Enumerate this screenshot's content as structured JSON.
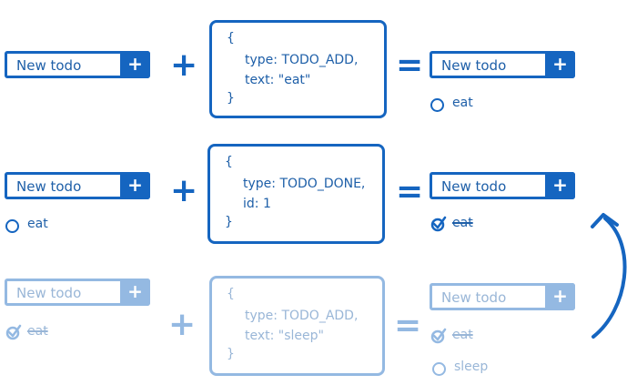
{
  "input_placeholder": "New todo",
  "add_symbol": "+",
  "plus_symbol": "+",
  "equals_symbol": "=",
  "rows": [
    {
      "before_items": [],
      "action": {
        "open": "{",
        "line1": "type: TODO_ADD,",
        "line2": "text: \"eat\"",
        "close": "}"
      },
      "after_items": [
        {
          "label": "eat",
          "done": false
        }
      ]
    },
    {
      "before_items": [
        {
          "label": "eat",
          "done": false
        }
      ],
      "action": {
        "open": "{",
        "line1": "type: TODO_DONE,",
        "line2": "id: 1",
        "close": "}"
      },
      "after_items": [
        {
          "label": "eat",
          "done": true
        }
      ]
    },
    {
      "before_items": [
        {
          "label": "eat",
          "done": true
        }
      ],
      "action": {
        "open": "{",
        "line1": "type: TODO_ADD,",
        "line2": "text: \"sleep\"",
        "close": "}"
      },
      "after_items": [
        {
          "label": "eat",
          "done": true
        },
        {
          "label": "sleep",
          "done": false
        }
      ]
    }
  ]
}
